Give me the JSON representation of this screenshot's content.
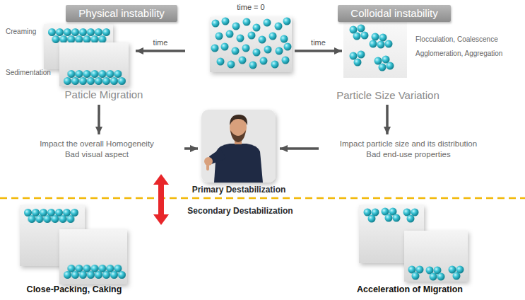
{
  "diagram": {
    "nodes": [
      {
        "text": [
          "Physical instability"
        ]
      },
      {
        "text": [
          "time = 0"
        ]
      },
      {
        "text": [
          "Colloidal instability"
        ]
      },
      {
        "text": [
          "Creaming",
          "Sedimentation",
          "Paticle Migration"
        ]
      },
      {
        "text": [
          "Flocculation, Coalescence",
          "Agglomeration, Aggregation",
          "Particle Size Variation"
        ]
      },
      {
        "text": [
          "Impact the overall Homogeneity",
          "Bad visual aspect"
        ]
      },
      {
        "text": [
          "Primary Destabilization"
        ]
      },
      {
        "text": [
          "Impact particle size and its distribution",
          "Bad end-use properties"
        ]
      },
      {
        "text": [
          "Close-Packing, Caking"
        ]
      },
      {
        "text": [
          "Acceleration of Migration"
        ]
      }
    ],
    "edges": [
      {
        "from": 1,
        "to": 3,
        "label": "time",
        "arrow": "to"
      },
      {
        "from": 1,
        "to": 4,
        "label": "time",
        "arrow": "to"
      },
      {
        "from": 3,
        "to": 5,
        "arrow": "to"
      },
      {
        "from": 4,
        "to": 7,
        "arrow": "to"
      },
      {
        "from": 5,
        "to": 6,
        "arrow": "to"
      },
      {
        "from": 7,
        "to": 6,
        "arrow": "to"
      }
    ],
    "labels": [
      "Secondary Destabilization"
    ]
  }
}
